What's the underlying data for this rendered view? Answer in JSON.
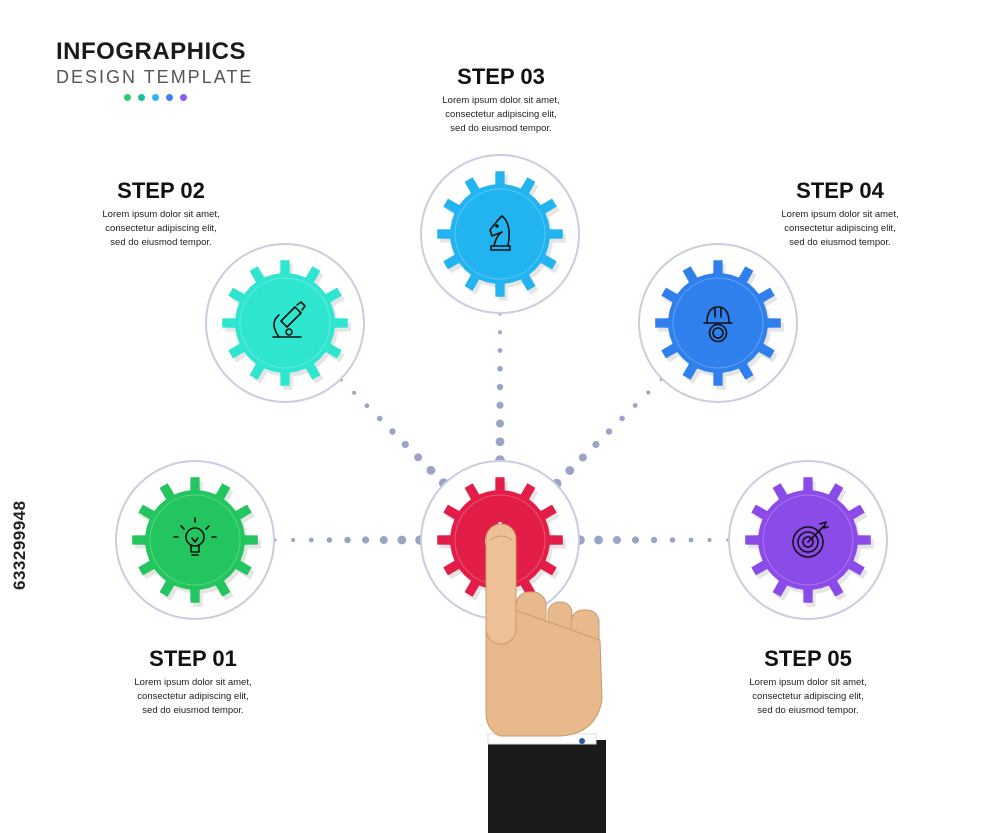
{
  "header": {
    "title": "INFOGRAPHICS",
    "subtitle": "DESIGN TEMPLATE",
    "dot_colors": [
      "#2ecc71",
      "#1abc9c",
      "#29b6f6",
      "#3b82f6",
      "#8b5cf6"
    ]
  },
  "steps": [
    {
      "title": "STEP 01",
      "line1": "Lorem ipsum dolor sit amet,",
      "line2": "consectetur adipiscing elit,",
      "line3": "sed do eiusmod tempor.",
      "color": "#22c55e",
      "icon": "lightbulb-icon"
    },
    {
      "title": "STEP 02",
      "line1": "Lorem ipsum dolor sit amet,",
      "line2": "consectetur adipiscing elit,",
      "line3": "sed do eiusmod tempor.",
      "color": "#2ee6d0",
      "icon": "microscope-icon"
    },
    {
      "title": "STEP 03",
      "line1": "Lorem ipsum dolor sit amet,",
      "line2": "consectetur adipiscing elit,",
      "line3": "sed do eiusmod tempor.",
      "color": "#22b4f0",
      "icon": "chess-knight-icon"
    },
    {
      "title": "STEP 04",
      "line1": "Lorem ipsum dolor sit amet,",
      "line2": "consectetur adipiscing elit,",
      "line3": "sed do eiusmod tempor.",
      "color": "#2f80ed",
      "icon": "hard-hat-gear-icon"
    },
    {
      "title": "STEP 05",
      "line1": "Lorem ipsum dolor sit amet,",
      "line2": "consectetur adipiscing elit,",
      "line3": "sed do eiusmod tempor.",
      "color": "#8b4be8",
      "icon": "target-arrow-icon"
    }
  ],
  "center": {
    "color": "#e11d48",
    "icon": "power-icon"
  },
  "watermark": "633299948"
}
